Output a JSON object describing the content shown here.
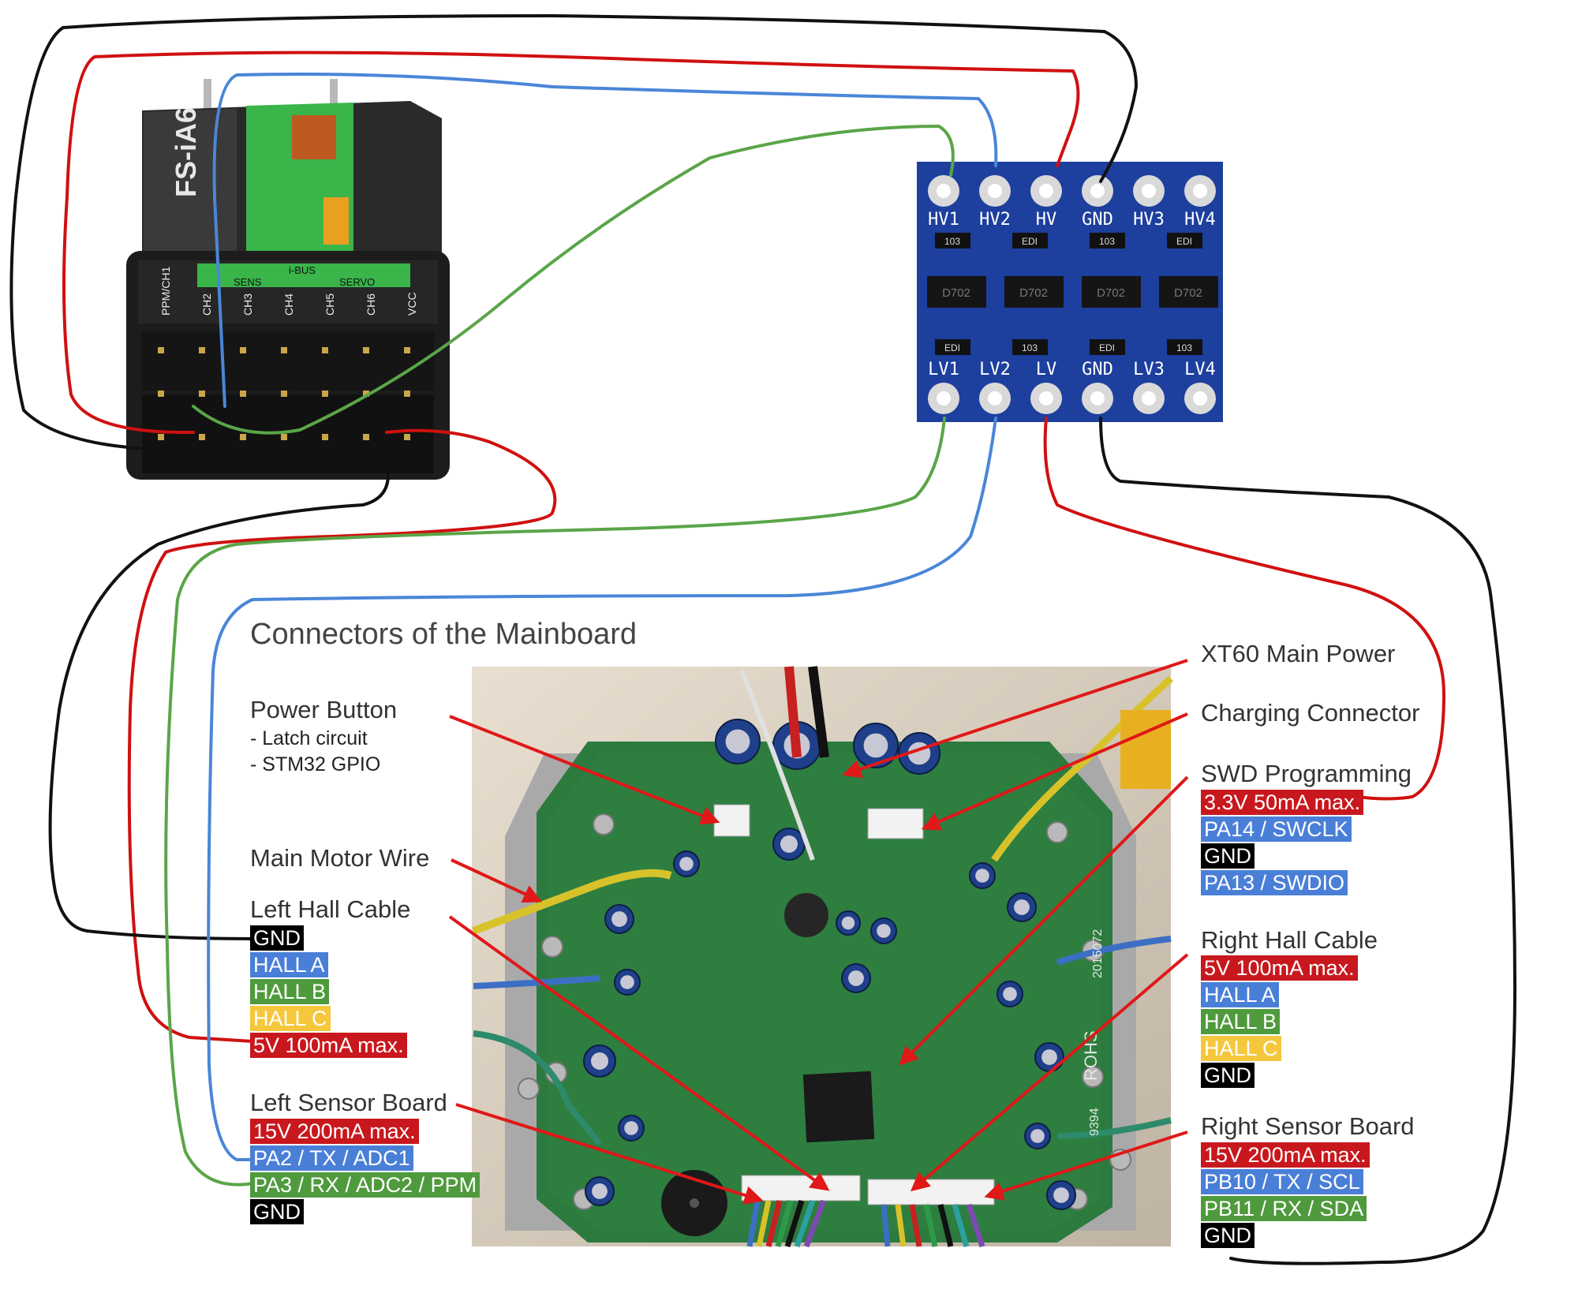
{
  "colors": {
    "wire_black": "#111111",
    "wire_red": "#d01010",
    "wire_blue": "#4a86d8",
    "wire_green": "#5aa548",
    "arrow_red": "#e01818",
    "tag_red": "#c8181e",
    "tag_blue": "#4a7fd8",
    "tag_green": "#4f9a3d",
    "tag_yellow": "#f5c73c",
    "tag_black": "#000000",
    "converter_board": "#1d3f9e",
    "mainboard_pcb": "#2d7a3e"
  },
  "receiver": {
    "model": "FS-iA6",
    "ibus": "i-BUS",
    "sens": "SENS",
    "servo": "SERVO",
    "channels": [
      "PPM/CH1",
      "CH2",
      "CH3",
      "CH4",
      "CH5",
      "CH6",
      "VCC"
    ]
  },
  "level_shifter": {
    "top_pins": [
      "HV1",
      "HV2",
      "HV",
      "GND",
      "HV3",
      "HV4"
    ],
    "bottom_pins": [
      "LV1",
      "LV2",
      "LV",
      "GND",
      "LV3",
      "LV4"
    ],
    "chip": "D702",
    "resistors": [
      "103",
      "EDI"
    ]
  },
  "diagram_title": "Connectors of the Mainboard",
  "mainboard_silk": {
    "rohs": "ROHS",
    "date": "2015072",
    "serial": "9394"
  },
  "left_labels": {
    "power_button": {
      "title": "Power Button",
      "lines": [
        "- Latch circuit",
        "- STM32 GPIO"
      ]
    },
    "main_motor_wire": {
      "title": "Main Motor Wire"
    },
    "left_hall_cable": {
      "title": "Left Hall Cable",
      "pins": [
        {
          "text": "GND",
          "color": "black"
        },
        {
          "text": "HALL A",
          "color": "blue"
        },
        {
          "text": "HALL B",
          "color": "green"
        },
        {
          "text": "HALL C",
          "color": "yellow"
        },
        {
          "text": "5V 100mA max.",
          "color": "red"
        }
      ]
    },
    "left_sensor_board": {
      "title": "Left Sensor Board",
      "pins": [
        {
          "text": "15V 200mA max.",
          "color": "red"
        },
        {
          "text": "PA2 / TX  / ADC1",
          "color": "blue"
        },
        {
          "text": "PA3 / RX / ADC2 / PPM",
          "color": "green"
        },
        {
          "text": "GND",
          "color": "black"
        }
      ]
    }
  },
  "right_labels": {
    "xt60": {
      "title": "XT60 Main Power"
    },
    "charging": {
      "title": "Charging Connector"
    },
    "swd": {
      "title": "SWD Programming",
      "pins": [
        {
          "text": "3.3V 50mA max.",
          "color": "red"
        },
        {
          "text": "PA14 / SWCLK",
          "color": "blue"
        },
        {
          "text": "GND",
          "color": "black"
        },
        {
          "text": "PA13 / SWDIO",
          "color": "blue"
        }
      ]
    },
    "right_hall_cable": {
      "title": "Right Hall Cable",
      "pins": [
        {
          "text": "5V 100mA max.",
          "color": "red"
        },
        {
          "text": "HALL A",
          "color": "blue"
        },
        {
          "text": "HALL B",
          "color": "green"
        },
        {
          "text": "HALL C",
          "color": "yellow"
        },
        {
          "text": "GND",
          "color": "black"
        }
      ]
    },
    "right_sensor_board": {
      "title": "Right Sensor Board",
      "pins": [
        {
          "text": "15V 200mA max.",
          "color": "red"
        },
        {
          "text": "PB10 / TX  / SCL",
          "color": "blue"
        },
        {
          "text": "PB11 / RX / SDA",
          "color": "green"
        },
        {
          "text": "GND",
          "color": "black"
        }
      ]
    }
  }
}
